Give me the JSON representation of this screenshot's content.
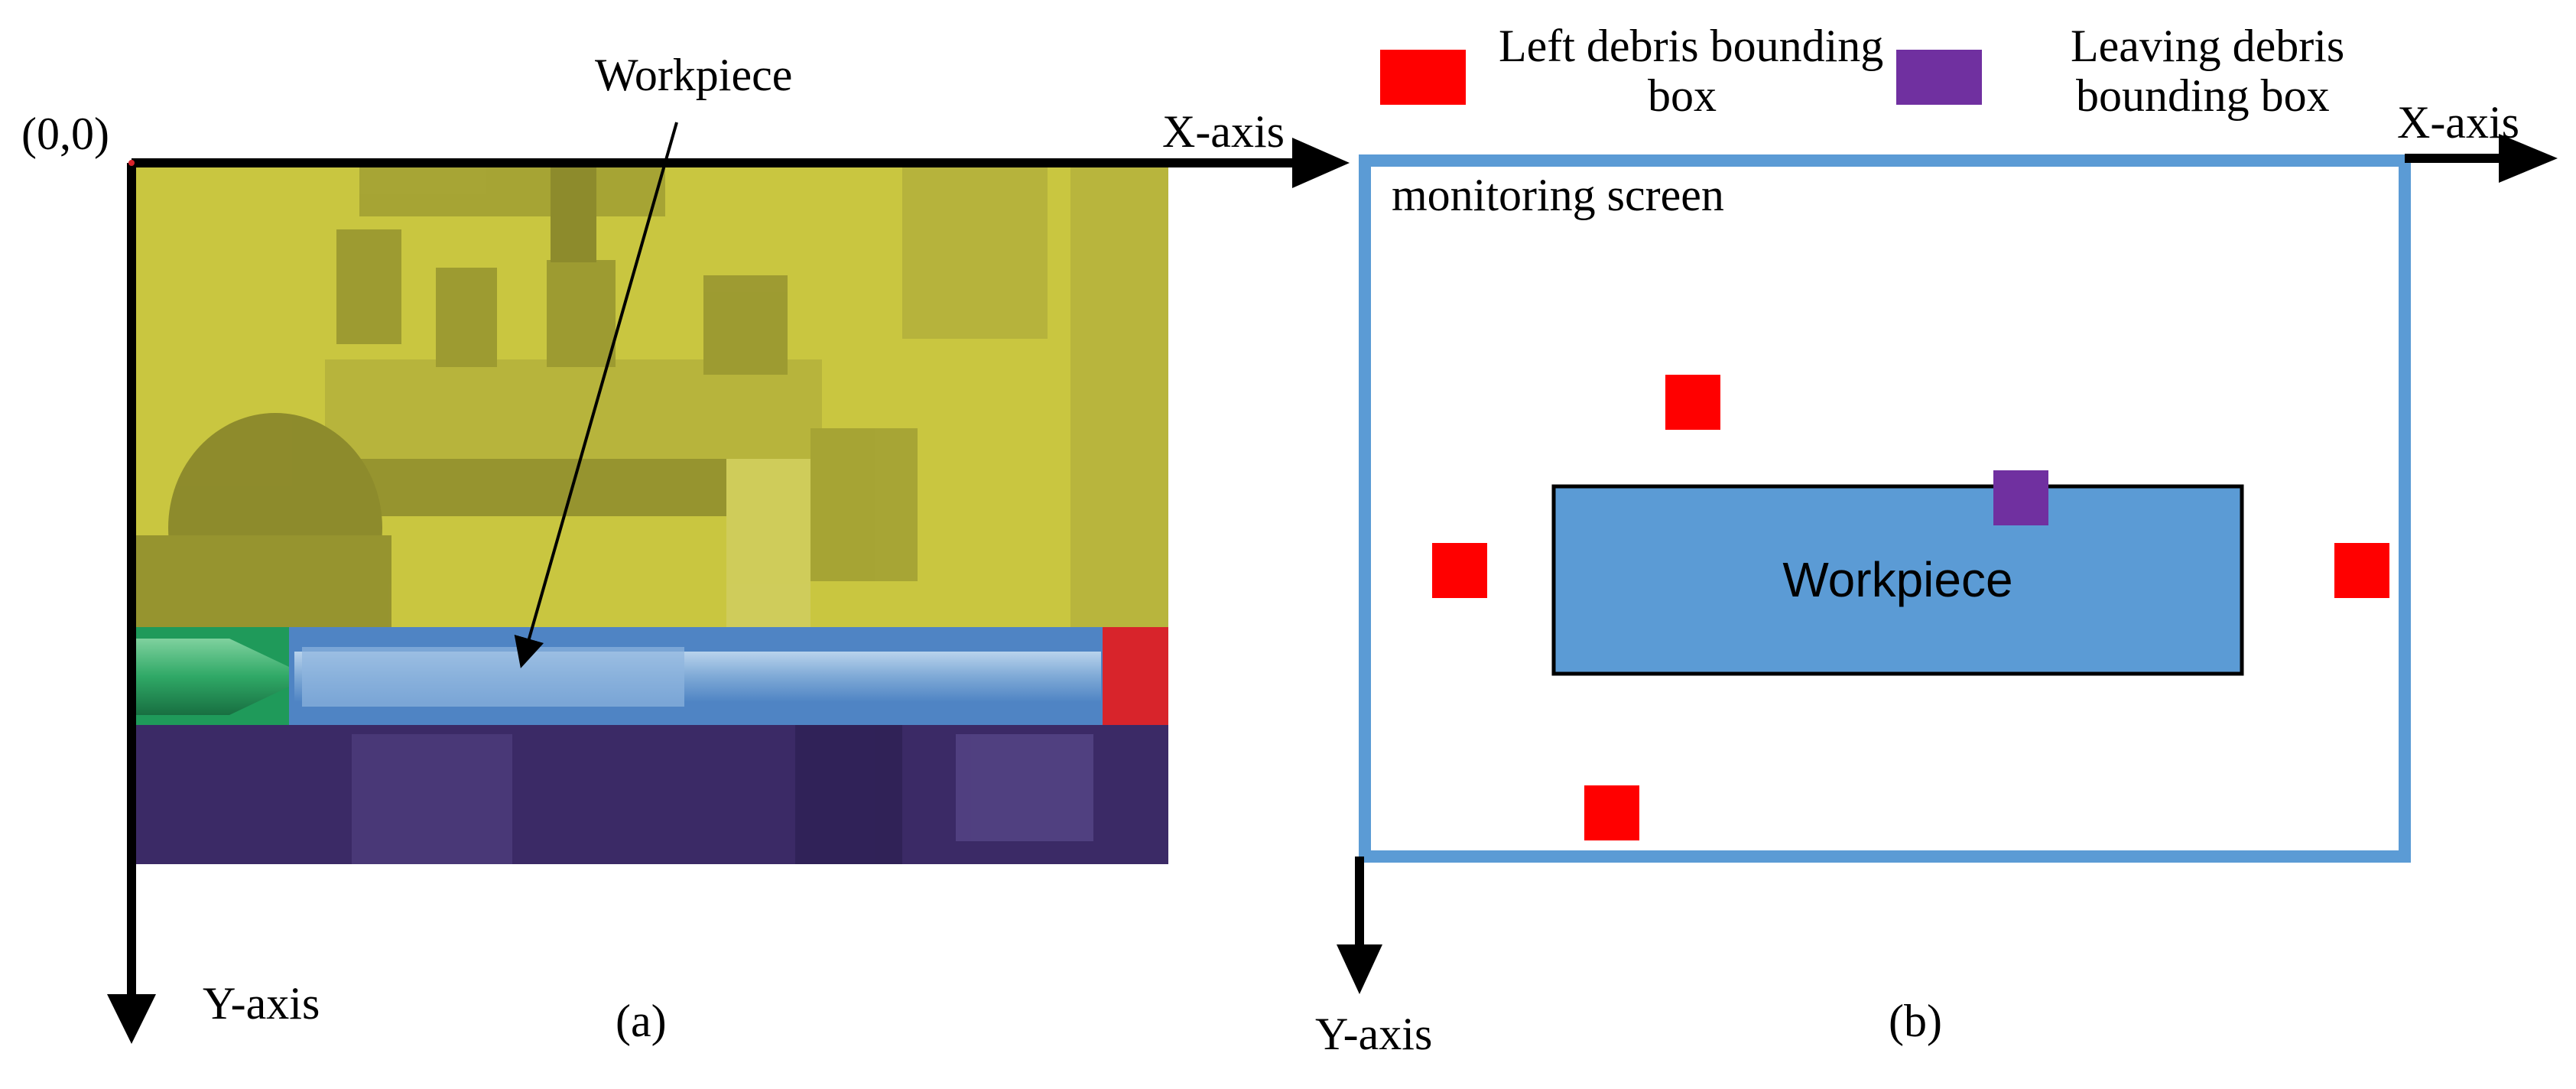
{
  "panel_a": {
    "workpiece_label": "Workpiece",
    "origin_label": "(0,0)",
    "x_axis_label": "X-axis",
    "y_axis_label": "Y-axis",
    "caption": "(a)",
    "overlay_colors": {
      "top_region": "#c9c640",
      "workpiece_region": "#4f84c4",
      "left_region": "#1f9a5a",
      "right_region": "#d8242b",
      "bottom_region": "#3b2a66"
    }
  },
  "panel_b": {
    "legend": {
      "left_debris_line1": "Left debris bounding",
      "left_debris_line2": "box",
      "leaving_debris_line1": "Leaving debris",
      "leaving_debris_line2": "bounding box"
    },
    "screen_label": "monitoring screen",
    "workpiece_label": "Workpiece",
    "x_axis_label": "X-axis",
    "y_axis_label": "Y-axis",
    "caption": "(b)",
    "colors": {
      "screen_border": "#5b9bd5",
      "workpiece_fill": "#5b9bd5",
      "left_debris": "#ff0000",
      "leaving_debris": "#7030a0"
    }
  }
}
